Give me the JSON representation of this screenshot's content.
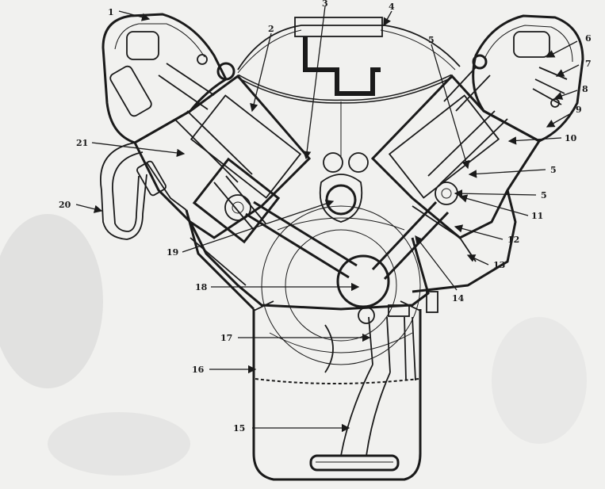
{
  "callouts": [
    {
      "id": "1",
      "text": "1"
    },
    {
      "id": "2",
      "text": "2"
    },
    {
      "id": "3",
      "text": "3"
    },
    {
      "id": "4",
      "text": "4"
    },
    {
      "id": "5a",
      "text": "5"
    },
    {
      "id": "6",
      "text": "6"
    },
    {
      "id": "7",
      "text": "7"
    },
    {
      "id": "8",
      "text": "8"
    },
    {
      "id": "9",
      "text": "9"
    },
    {
      "id": "10",
      "text": "10"
    },
    {
      "id": "5b",
      "text": "5"
    },
    {
      "id": "5c",
      "text": "5"
    },
    {
      "id": "11",
      "text": "11"
    },
    {
      "id": "12",
      "text": "12"
    },
    {
      "id": "13",
      "text": "13"
    },
    {
      "id": "14",
      "text": "14"
    },
    {
      "id": "15",
      "text": "15"
    },
    {
      "id": "16",
      "text": "16"
    },
    {
      "id": "17",
      "text": "17"
    },
    {
      "id": "18",
      "text": "18"
    },
    {
      "id": "19",
      "text": "19"
    },
    {
      "id": "20",
      "text": "20"
    },
    {
      "id": "21",
      "text": "21"
    }
  ],
  "colors": {
    "ink": "#1a1a1a",
    "paper": "#f1f1ef"
  }
}
